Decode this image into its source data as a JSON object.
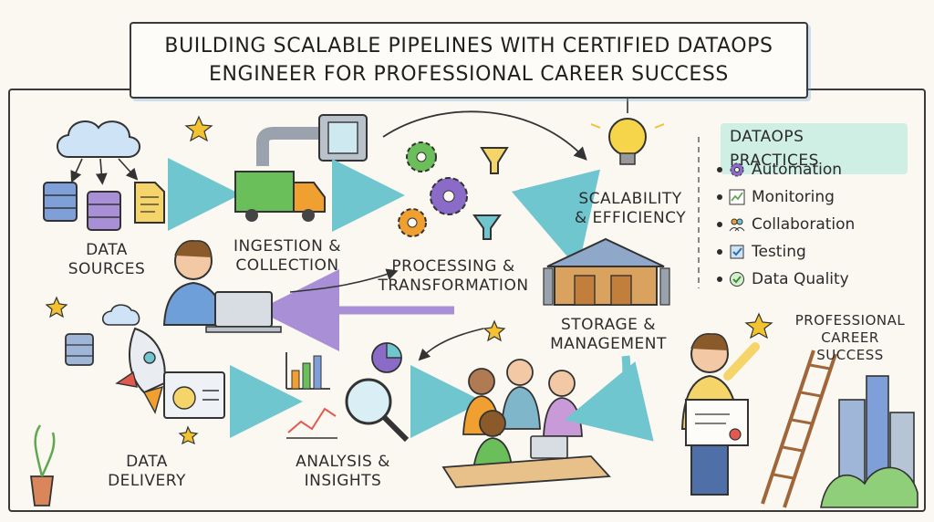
{
  "title": {
    "line1": "BUILDING SCALABLE PIPELINES WITH CERTIFIED DATAOPS",
    "line2": "ENGINEER FOR PROFESSIONAL CAREER SUCCESS"
  },
  "stages": {
    "data_sources": [
      "DATA",
      "SOURCES"
    ],
    "ingestion": [
      "INGESTION &",
      "COLLECTION"
    ],
    "processing": [
      "PROCESSING &",
      "TRANSFORMATION"
    ],
    "scalability": [
      "SCALABILITY",
      "& EFFICIENCY"
    ],
    "storage": [
      "STORAGE &",
      "MANAGEMENT"
    ],
    "delivery": [
      "DATA",
      "DELIVERY"
    ],
    "analysis": [
      "ANALYSIS &",
      "INSIGHTS"
    ],
    "career": [
      "PROFESSIONAL",
      "CAREER",
      "SUCCESS"
    ]
  },
  "practices": {
    "title": "DATAOPS PRACTICES",
    "items": [
      {
        "label": "Automation",
        "icon": "gear-icon"
      },
      {
        "label": "Monitoring",
        "icon": "chart-icon"
      },
      {
        "label": "Collaboration",
        "icon": "people-icon"
      },
      {
        "label": "Testing",
        "icon": "checkbox-icon"
      },
      {
        "label": "Data Quality",
        "icon": "check-circle-icon"
      }
    ]
  },
  "colors": {
    "arrow_teal": "#6fc6cf",
    "arrow_purple": "#a98fd6",
    "truck_green": "#6bbf5a",
    "gear_orange": "#f0a030",
    "gear_purple": "#8a6cc8",
    "warehouse": "#d9a35f",
    "practices_bg": "#cfeee4",
    "star": "#f2c230"
  }
}
